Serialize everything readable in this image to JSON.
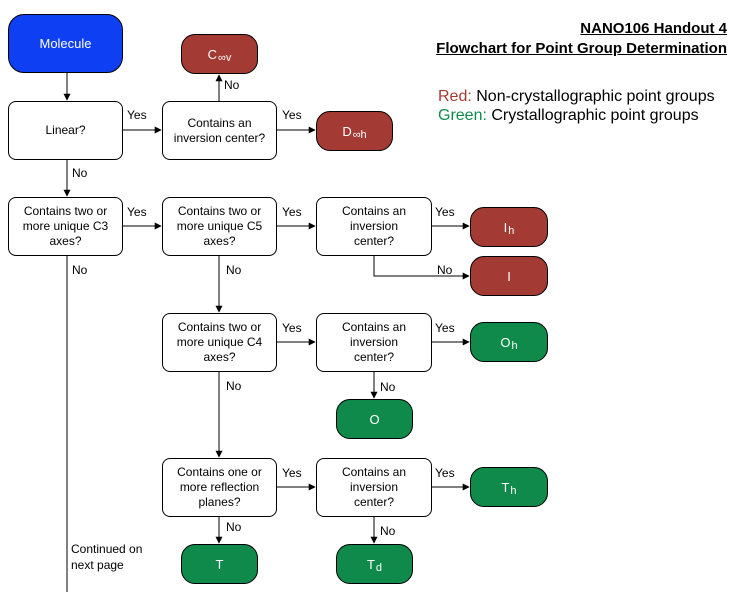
{
  "header": {
    "title_line1": "NANO106 Handout 4",
    "title_line2": "Flowchart for Point Group Determination"
  },
  "legend": {
    "red_key": "Red:",
    "red_text": " Non-crystallographic point groups",
    "green_key": "Green:",
    "green_text": " Crystallographic point groups",
    "red_color": "#a33a34",
    "green_color": "#0f8a4a"
  },
  "nodes": {
    "start": "Molecule",
    "linear": "Linear?",
    "inv_linear": "Contains an inversion center?",
    "c3": "Contains two or more unique C3 axes?",
    "c5": "Contains two or more unique C5 axes?",
    "inv_c5": "Contains an inversion center?",
    "c4": "Contains two or more unique C4 axes?",
    "inv_c4": "Contains an inversion center?",
    "refl": "Contains one or more reflection planes?",
    "inv_refl": "Contains an inversion center?"
  },
  "groups": {
    "cinfv": {
      "main": "C",
      "sub": "∞v"
    },
    "dinfh": {
      "main": "D",
      "sub": "∞h"
    },
    "ih": {
      "main": "I",
      "sub": "h"
    },
    "i": {
      "main": "I",
      "sub": ""
    },
    "oh": {
      "main": "O",
      "sub": "h"
    },
    "o": {
      "main": "O",
      "sub": ""
    },
    "th": {
      "main": "T",
      "sub": "h"
    },
    "t": {
      "main": "T",
      "sub": ""
    },
    "td": {
      "main": "T",
      "sub": "d"
    }
  },
  "edge_labels": {
    "yes": "Yes",
    "no": "No"
  },
  "footer": {
    "continued": "Continued on next page"
  }
}
